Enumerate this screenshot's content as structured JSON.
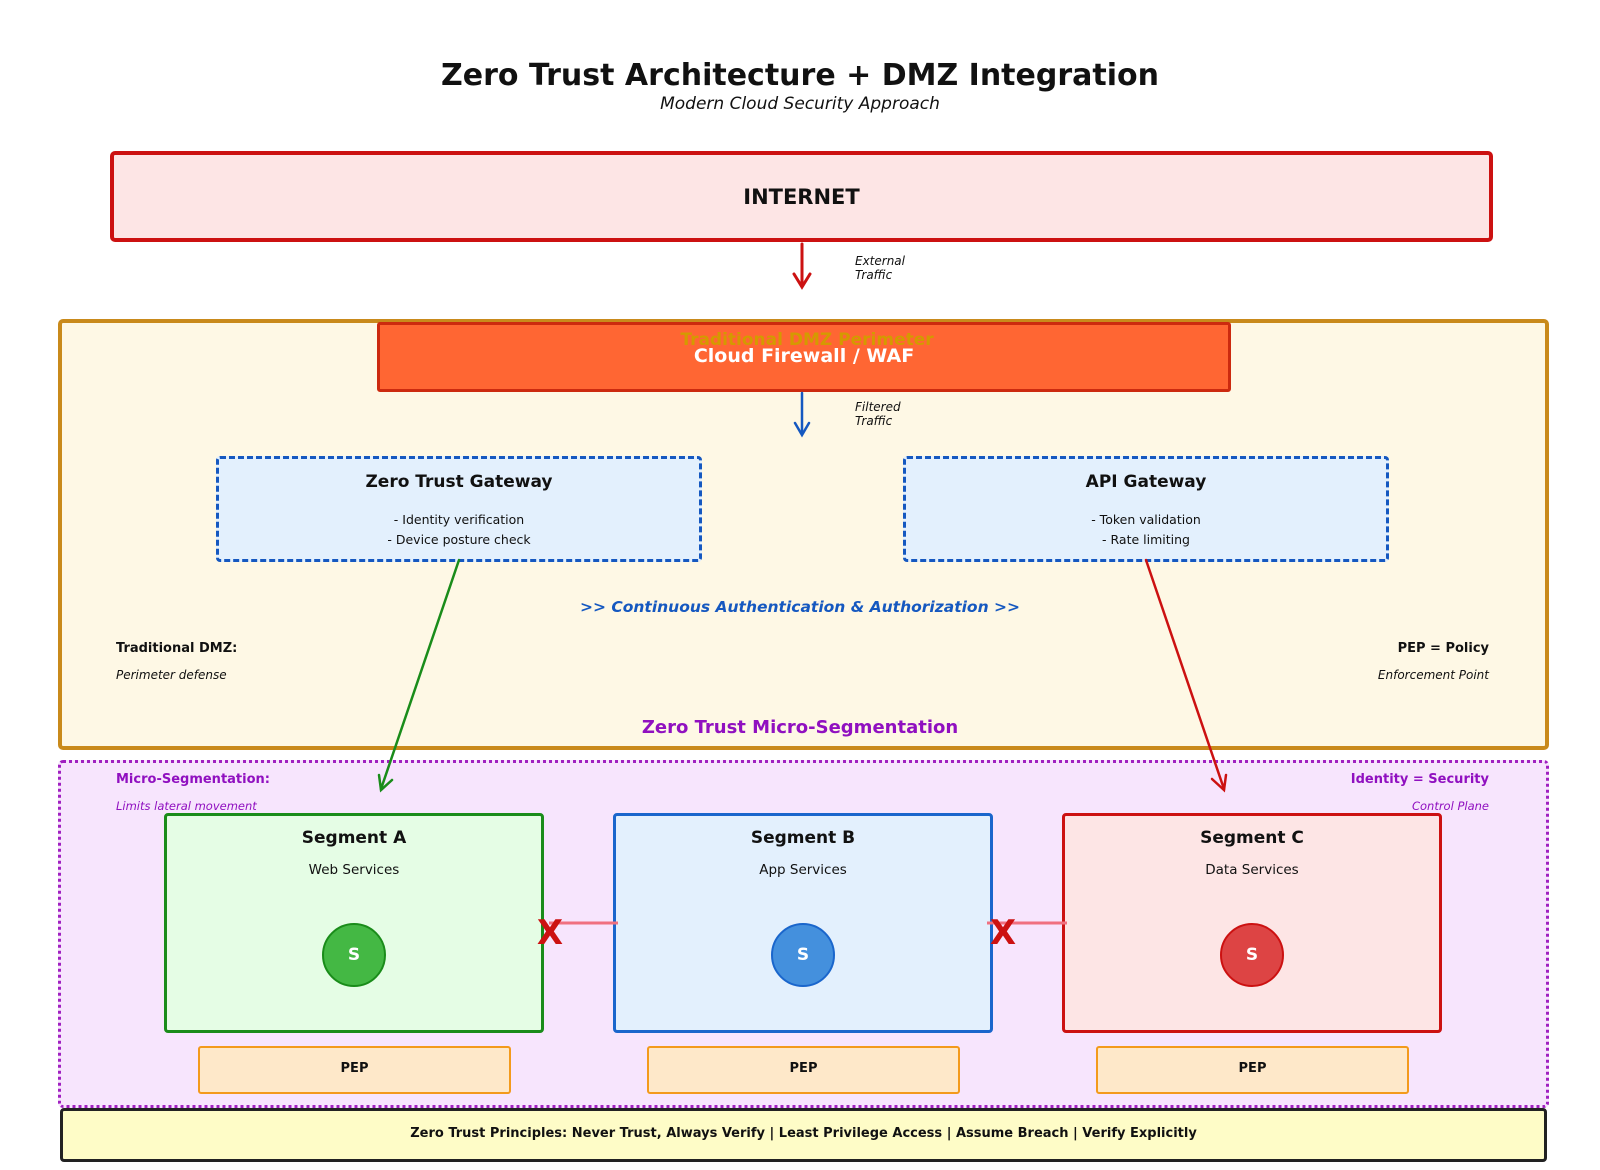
{
  "header": {
    "title": "Zero Trust Architecture + DMZ Integration",
    "subtitle": "Modern Cloud Security Approach"
  },
  "internet": {
    "label": "INTERNET",
    "traffic_line1": "External",
    "traffic_line2": "Traffic"
  },
  "dmz": {
    "title": "Traditional DMZ Perimeter",
    "firewall_label": "Cloud Firewall / WAF",
    "filtered_line1": "Filtered",
    "filtered_line2": "Traffic",
    "zt_gateway": {
      "title": "Zero Trust Gateway",
      "items": [
        "- Identity verification",
        "- Device posture check"
      ]
    },
    "api_gateway": {
      "title": "API Gateway",
      "items": [
        "- Token validation",
        "- Rate limiting"
      ]
    },
    "continuous_auth": ">> Continuous Authentication & Authorization >>",
    "left_note": {
      "title": "Traditional DMZ:",
      "desc": "Perimeter defense"
    },
    "right_note": {
      "title": "PEP = Policy",
      "desc": "Enforcement Point"
    },
    "micro_title": "Zero Trust Micro-Segmentation"
  },
  "micro": {
    "left_note": {
      "title": "Micro-Segmentation:",
      "desc": "Limits lateral movement"
    },
    "right_note": {
      "title": "Identity = Security",
      "desc": "Control Plane"
    },
    "segments": [
      {
        "title": "Segment A",
        "subtitle": "Web Services",
        "service": "S",
        "pep": "PEP",
        "fill": "#e5fde5",
        "border": "#1a8c1a",
        "circle": "#44b844"
      },
      {
        "title": "Segment B",
        "subtitle": "App Services",
        "service": "S",
        "pep": "PEP",
        "fill": "#e3f0fd",
        "border": "#1a66cc",
        "circle": "#4490dd"
      },
      {
        "title": "Segment C",
        "subtitle": "Data Services",
        "service": "S",
        "pep": "PEP",
        "fill": "#fde5e5",
        "border": "#cc1111",
        "circle": "#dd4444"
      }
    ],
    "blocked_marker": "X"
  },
  "footer": {
    "principles": "Zero Trust Principles: Never Trust, Always Verify | Least Privilege Access | Assume Breach | Verify Explicitly"
  },
  "colors": {
    "internet_arrow": "#cc1111",
    "filtered_arrow": "#1558c0",
    "zt_arrow": "#1a8c1a",
    "api_arrow": "#cc1111",
    "blocked_line": "#f07080",
    "blocked_x": "#cc1111"
  }
}
